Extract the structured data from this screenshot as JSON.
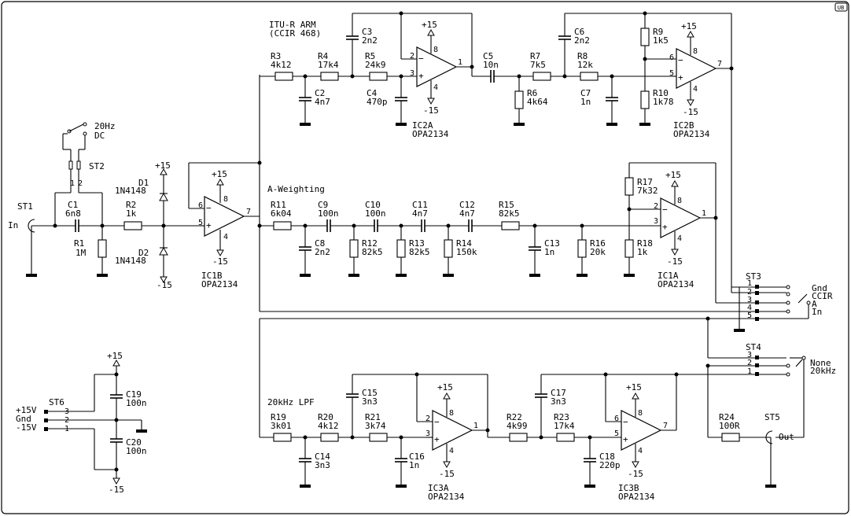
{
  "badge": "UB",
  "labels": {
    "itu_title": "ITU-R ARM",
    "itu_subtitle": "(CCIR 468)",
    "a_weighting": "A-Weighting",
    "lpf": "20kHz LPF",
    "switch_top_a": "20Hz",
    "switch_top_b": "DC",
    "in_label": "In",
    "out_label": "Out"
  },
  "components": {
    "ST1": "ST1",
    "ST2": "ST2",
    "ST3": "ST3",
    "ST4": "ST4",
    "ST5": "ST5",
    "ST6": "ST6",
    "C1": {
      "name": "C1",
      "value": "6n8"
    },
    "R1": {
      "name": "R1",
      "value": "1M"
    },
    "R2": {
      "name": "R2",
      "value": "1k"
    },
    "D1": {
      "name": "D1",
      "value": "1N4148"
    },
    "D2": {
      "name": "D2",
      "value": "1N4148"
    },
    "IC1B": {
      "name": "IC1B",
      "value": "OPA2134"
    },
    "R3": {
      "name": "R3",
      "value": "4k12"
    },
    "R4": {
      "name": "R4",
      "value": "17k4"
    },
    "C2": {
      "name": "C2",
      "value": "4n7"
    },
    "C3": {
      "name": "C3",
      "value": "2n2"
    },
    "R5": {
      "name": "R5",
      "value": "24k9"
    },
    "C4": {
      "name": "C4",
      "value": "470p"
    },
    "IC2A": {
      "name": "IC2A",
      "value": "OPA2134"
    },
    "C5": {
      "name": "C5",
      "value": "10n"
    },
    "R6": {
      "name": "R6",
      "value": "4k64"
    },
    "R7": {
      "name": "R7",
      "value": "7k5"
    },
    "C6": {
      "name": "C6",
      "value": "2n2"
    },
    "R8": {
      "name": "R8",
      "value": "12k"
    },
    "C7": {
      "name": "C7",
      "value": "1n"
    },
    "R9": {
      "name": "R9",
      "value": "1k5"
    },
    "R10": {
      "name": "R10",
      "value": "1k78"
    },
    "IC2B": {
      "name": "IC2B",
      "value": "OPA2134"
    },
    "R11": {
      "name": "R11",
      "value": "6k04"
    },
    "C8": {
      "name": "C8",
      "value": "2n2"
    },
    "C9": {
      "name": "C9",
      "value": "100n"
    },
    "R12": {
      "name": "R12",
      "value": "82k5"
    },
    "C10": {
      "name": "C10",
      "value": "100n"
    },
    "R13": {
      "name": "R13",
      "value": "82k5"
    },
    "C11": {
      "name": "C11",
      "value": "4n7"
    },
    "R14": {
      "name": "R14",
      "value": "150k"
    },
    "C12": {
      "name": "C12",
      "value": "4n7"
    },
    "R15": {
      "name": "R15",
      "value": "82k5"
    },
    "C13": {
      "name": "C13",
      "value": "1n"
    },
    "R16": {
      "name": "R16",
      "value": "20k"
    },
    "R17": {
      "name": "R17",
      "value": "7k32"
    },
    "R18": {
      "name": "R18",
      "value": "1k"
    },
    "IC1A": {
      "name": "IC1A",
      "value": "OPA2134"
    },
    "R19": {
      "name": "R19",
      "value": "3k01"
    },
    "C14": {
      "name": "C14",
      "value": "3n3"
    },
    "R20": {
      "name": "R20",
      "value": "4k12"
    },
    "C15": {
      "name": "C15",
      "value": "3n3"
    },
    "R21": {
      "name": "R21",
      "value": "3k74"
    },
    "C16": {
      "name": "C16",
      "value": "1n"
    },
    "IC3A": {
      "name": "IC3A",
      "value": "OPA2134"
    },
    "R22": {
      "name": "R22",
      "value": "4k99"
    },
    "C17": {
      "name": "C17",
      "value": "3n3"
    },
    "R23": {
      "name": "R23",
      "value": "17k4"
    },
    "C18": {
      "name": "C18",
      "value": "220p"
    },
    "IC3B": {
      "name": "IC3B",
      "value": "OPA2134"
    },
    "R24": {
      "name": "R24",
      "value": "100R"
    },
    "C19": {
      "name": "C19",
      "value": "100n"
    },
    "C20": {
      "name": "C20",
      "value": "100n"
    }
  },
  "rails": {
    "pos": "+15",
    "neg": "-15"
  },
  "st3_labels": [
    "Gnd",
    "CCIR",
    "A",
    "In"
  ],
  "st4_labels": [
    "None",
    "20kHz"
  ],
  "st6_labels": [
    "+15V",
    "Gnd",
    "-15V"
  ],
  "pins": {
    "n1": "1",
    "n2": "2",
    "n3": "3",
    "n4": "4",
    "n5": "5",
    "n6": "6",
    "n7": "7",
    "n8": "8"
  }
}
